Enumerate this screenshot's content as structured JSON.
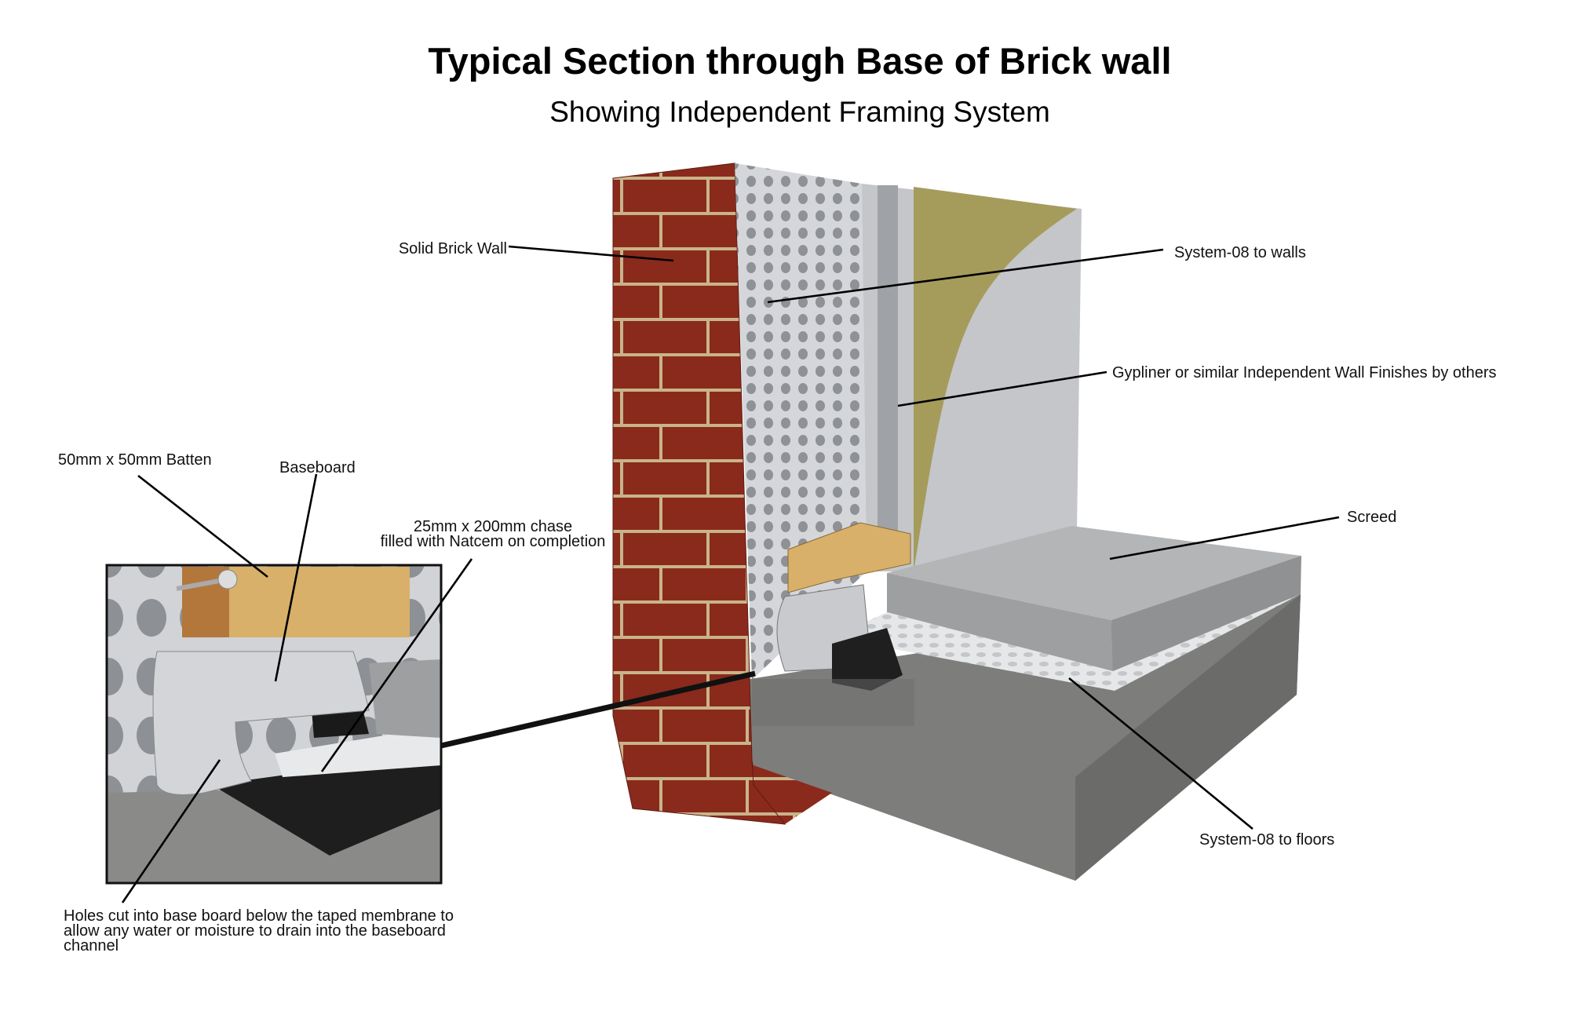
{
  "title": "Typical Section through Base of Brick wall",
  "subtitle": "Showing Independent Framing System",
  "labels": {
    "solid_brick_wall": "Solid Brick Wall",
    "system08_walls": "System-08 to walls",
    "gypliner": "Gypliner or similar Independent Wall Finishes by others",
    "screed": "Screed",
    "system08_floors": "System-08 to floors",
    "batten": "50mm x 50mm Batten",
    "baseboard": "Baseboard",
    "chase_line1": "25mm x 200mm chase",
    "chase_line2": "filled with Natcem on completion",
    "holes_line1": "Holes cut into base board below the taped membrane to",
    "holes_line2": "allow any water or moisture to drain into the baseboard",
    "holes_line3": "channel"
  },
  "colors": {
    "brick": "#8a2a1c",
    "mortar": "#c9b48a",
    "membrane": "#c9cbcf",
    "insulation": "#a59c5c",
    "board": "#c4c6ca",
    "screed": "#a9abad",
    "concrete": "#7d7d7b",
    "timber": "#d8b06a"
  }
}
